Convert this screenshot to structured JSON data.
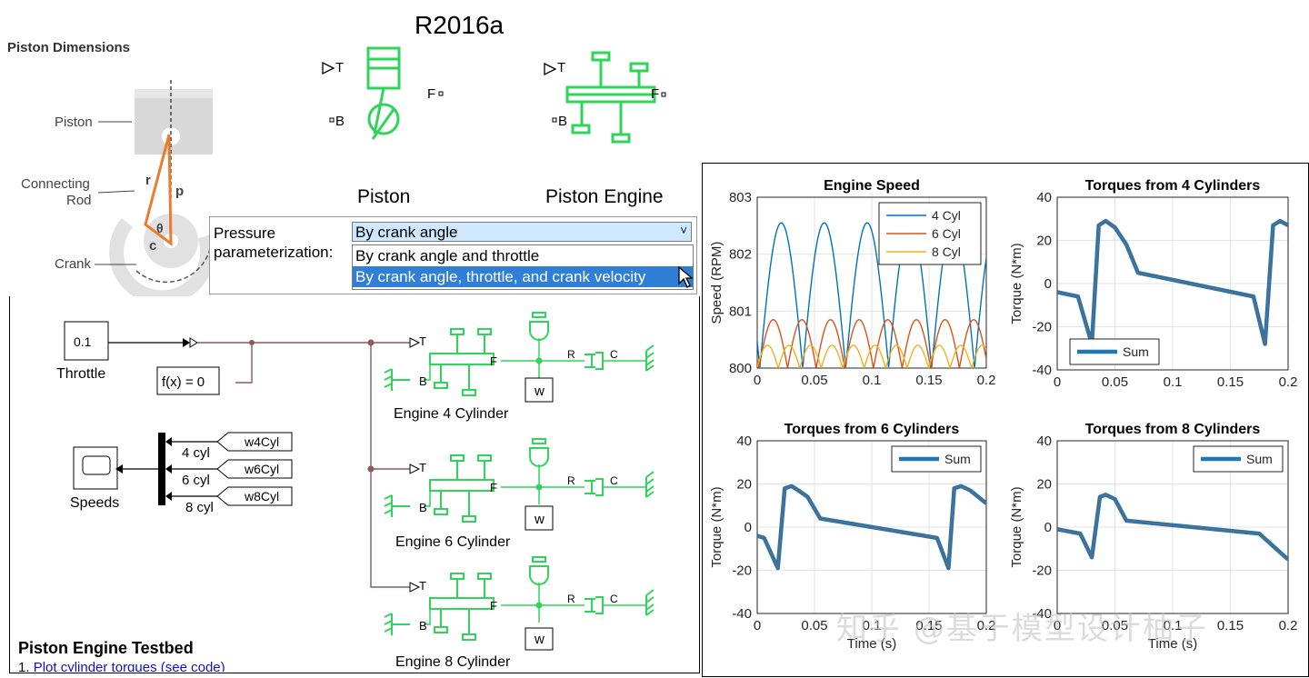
{
  "release_label": "R2016a",
  "piston_dims": {
    "title": "Piston Dimensions",
    "label_piston": "Piston",
    "label_rod_line1": "Connecting",
    "label_rod_line2": "Rod",
    "label_crank": "Crank",
    "sym_r": "r",
    "sym_p": "p",
    "sym_theta": "θ",
    "sym_c": "c"
  },
  "blocks": {
    "piston_label": "Piston",
    "piston_engine_label": "Piston Engine",
    "port_T": "T",
    "port_B": "B",
    "port_F": "F"
  },
  "dropdown": {
    "label_line1": "Pressure",
    "label_line2": "parameterization:",
    "selected": "By crank angle",
    "arrow": "˅",
    "options": [
      "By crank angle and throttle",
      "By crank angle, throttle, and crank velocity"
    ],
    "highlighted_index": 1
  },
  "testbed": {
    "title": "Piston Engine Testbed",
    "link_prefix": "1.",
    "link_text": "Plot cylinder torques",
    "link_code": "(see code)",
    "throttle_value": "0.1",
    "throttle_label": "Throttle",
    "fx_label": "f(x) = 0",
    "speeds_label": "Speeds",
    "mux_labels": [
      "4 cyl",
      "6 cyl",
      "8 cyl"
    ],
    "from_tags": [
      "w4Cyl",
      "w6Cyl",
      "w8Cyl"
    ],
    "engines": [
      "Engine  4 Cylinder",
      "Engine 6 Cylinder",
      "Engine 8 Cylinder"
    ],
    "w_label": "w",
    "r_label": "R",
    "c_label": "C",
    "t_label": "T",
    "b_label": "B",
    "f_label": "F"
  },
  "watermark": "知乎 @基于模型设计柚子",
  "colors": {
    "blue": "#0072bd",
    "orange": "#d95319",
    "yellow": "#edb120",
    "sum": "#1f77b4",
    "block_green": "#2fd45a"
  },
  "chart_data": [
    {
      "type": "line",
      "title": "Engine Speed",
      "xlabel": "",
      "ylabel": "Speed (RPM)",
      "xlim": [
        0,
        0.2
      ],
      "ylim": [
        800,
        803
      ],
      "xticks": [
        "0",
        "0.05",
        "0.1",
        "0.15",
        "0.2"
      ],
      "yticks": [
        "800",
        "801",
        "802",
        "803"
      ],
      "legend": "top-right",
      "grid": true,
      "series": [
        {
          "name": "4 Cyl",
          "color": "#0072bd",
          "shape": "cycles",
          "period": 0.0375,
          "phase": 0.021,
          "min": 800.0,
          "max": 802.55
        },
        {
          "name": "6 Cyl",
          "color": "#d95319",
          "shape": "cycles",
          "period": 0.025,
          "phase": 0.014,
          "min": 800.0,
          "max": 800.85
        },
        {
          "name": "8 Cyl",
          "color": "#edb120",
          "shape": "cycles",
          "period": 0.01875,
          "phase": 0.009,
          "min": 800.0,
          "max": 800.4
        }
      ]
    },
    {
      "type": "line",
      "title": "Torques from 4 Cylinders",
      "xlabel": "",
      "ylabel": "Torque (N*m)",
      "xlim": [
        0,
        0.2
      ],
      "ylim": [
        -40,
        40
      ],
      "xticks": [
        "0",
        "0.05",
        "0.1",
        "0.15",
        "0.2"
      ],
      "yticks": [
        "-40",
        "-20",
        "0",
        "20",
        "40"
      ],
      "legend": "bottom-left",
      "grid": true,
      "series": [
        {
          "name": "Sum",
          "color": "#1f77b4",
          "x": [
            0,
            0.018,
            0.03,
            0.036,
            0.042,
            0.05,
            0.06,
            0.07,
            0.17,
            0.18,
            0.187,
            0.193,
            0.2
          ],
          "y": [
            -4,
            -6,
            -28,
            27,
            29,
            26,
            18,
            5,
            -6,
            -28,
            27,
            29,
            27
          ]
        }
      ]
    },
    {
      "type": "line",
      "title": "Torques from 6 Cylinders",
      "xlabel": "Time (s)",
      "ylabel": "Torque (N*m)",
      "xlim": [
        0,
        0.2
      ],
      "ylim": [
        -40,
        40
      ],
      "xticks": [
        "0",
        "0.05",
        "0.1",
        "0.15",
        "0.2"
      ],
      "yticks": [
        "-40",
        "-20",
        "0",
        "20",
        "40"
      ],
      "legend": "top-right",
      "grid": true,
      "series": [
        {
          "name": "Sum",
          "color": "#1f77b4",
          "x": [
            0,
            0.006,
            0.018,
            0.024,
            0.03,
            0.036,
            0.044,
            0.055,
            0.157,
            0.167,
            0.172,
            0.178,
            0.186,
            0.2
          ],
          "y": [
            -4,
            -5,
            -19,
            18,
            19,
            17,
            14,
            4,
            -5,
            -19,
            18,
            19,
            17,
            11
          ]
        }
      ]
    },
    {
      "type": "line",
      "title": "Torques from 8 Cylinders",
      "xlabel": "Time (s)",
      "ylabel": "Torque (N*m)",
      "xlim": [
        0,
        0.2
      ],
      "ylim": [
        -40,
        40
      ],
      "xticks": [
        "0",
        "0.05",
        "0.1",
        "0.15",
        "0.2"
      ],
      "yticks": [
        "-40",
        "-20",
        "0",
        "20",
        "40"
      ],
      "legend": "top-right",
      "grid": true,
      "series": [
        {
          "name": "Sum",
          "color": "#1f77b4",
          "x": [
            0,
            0.02,
            0.03,
            0.037,
            0.042,
            0.05,
            0.06,
            0.175,
            0.2
          ],
          "y": [
            -1,
            -3,
            -14,
            14,
            15,
            13,
            3,
            -3,
            -15
          ]
        }
      ]
    }
  ]
}
